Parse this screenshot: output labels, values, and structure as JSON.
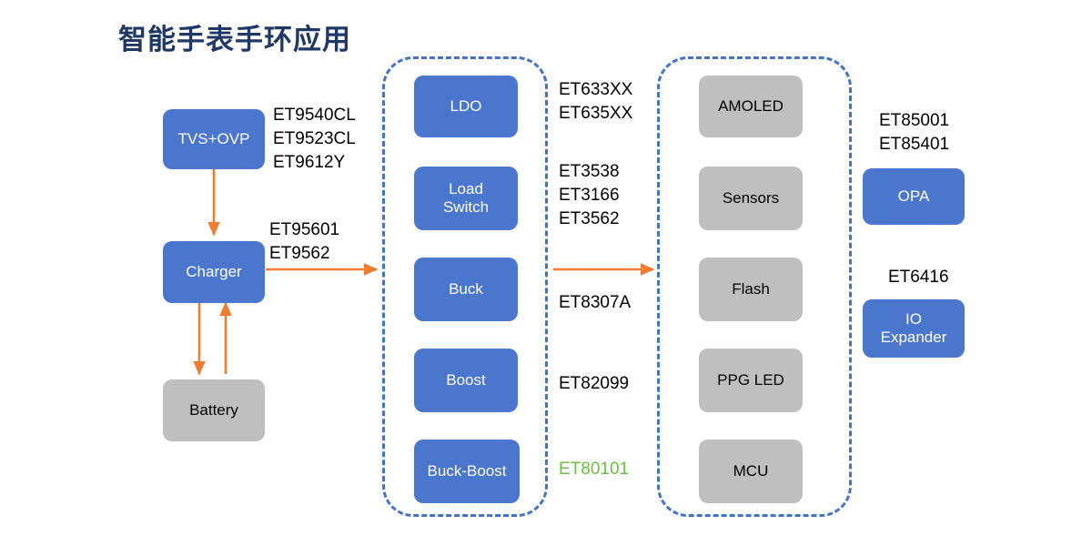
{
  "title": "智能手表手环应用",
  "colors": {
    "title": "#1f3864",
    "block_blue": "#4a76ce",
    "block_grey": "#bfbfbf",
    "dashed_border": "#4472c4",
    "arrow": "#ed7d31",
    "highlight_green": "#6cbe45",
    "background": "#ffffff"
  },
  "left_column": {
    "blocks": [
      {
        "label": "TVS+OVP",
        "style": "blue"
      },
      {
        "label": "Charger",
        "style": "blue"
      },
      {
        "label": "Battery",
        "style": "grey"
      }
    ],
    "part_labels": [
      {
        "text": "ET9540CL\nET9523CL\nET9612Y",
        "for": "TVS+OVP"
      },
      {
        "text": "ET95601\nET9562",
        "for": "Charger"
      }
    ]
  },
  "power_group": {
    "blocks": [
      {
        "label": "LDO",
        "style": "blue"
      },
      {
        "label": "Load\nSwitch",
        "style": "blue"
      },
      {
        "label": "Buck",
        "style": "blue"
      },
      {
        "label": "Boost",
        "style": "blue"
      },
      {
        "label": "Buck-Boost",
        "style": "blue"
      }
    ],
    "part_labels": [
      {
        "text": "ET633XX\nET635XX",
        "for": "LDO",
        "highlight": false
      },
      {
        "text": "ET3538\nET3166\nET3562",
        "for": "Load Switch",
        "highlight": false
      },
      {
        "text": "ET8307A",
        "for": "Buck",
        "highlight": false
      },
      {
        "text": "ET82099",
        "for": "Boost",
        "highlight": false
      },
      {
        "text": "ET80101",
        "for": "Buck-Boost",
        "highlight": true
      }
    ]
  },
  "system_group": {
    "blocks": [
      {
        "label": "AMOLED",
        "style": "grey"
      },
      {
        "label": "Sensors",
        "style": "grey"
      },
      {
        "label": "Flash",
        "style": "grey"
      },
      {
        "label": "PPG LED",
        "style": "grey"
      },
      {
        "label": "MCU",
        "style": "grey"
      }
    ]
  },
  "right_column": {
    "blocks": [
      {
        "label": "OPA",
        "style": "blue"
      },
      {
        "label": "IO\nExpander",
        "style": "blue"
      }
    ],
    "part_labels": [
      {
        "text": "ET85001\nET85401",
        "for": "OPA"
      },
      {
        "text": "ET6416",
        "for": "IO Expander"
      }
    ]
  },
  "connections": [
    {
      "from": "TVS+OVP",
      "to": "Charger",
      "direction": "down"
    },
    {
      "from": "Charger",
      "to": "Battery",
      "direction": "down"
    },
    {
      "from": "Battery",
      "to": "Charger",
      "direction": "up"
    },
    {
      "from": "Charger",
      "to": "power_group",
      "direction": "right"
    },
    {
      "from": "power_group",
      "to": "system_group",
      "direction": "right"
    }
  ]
}
